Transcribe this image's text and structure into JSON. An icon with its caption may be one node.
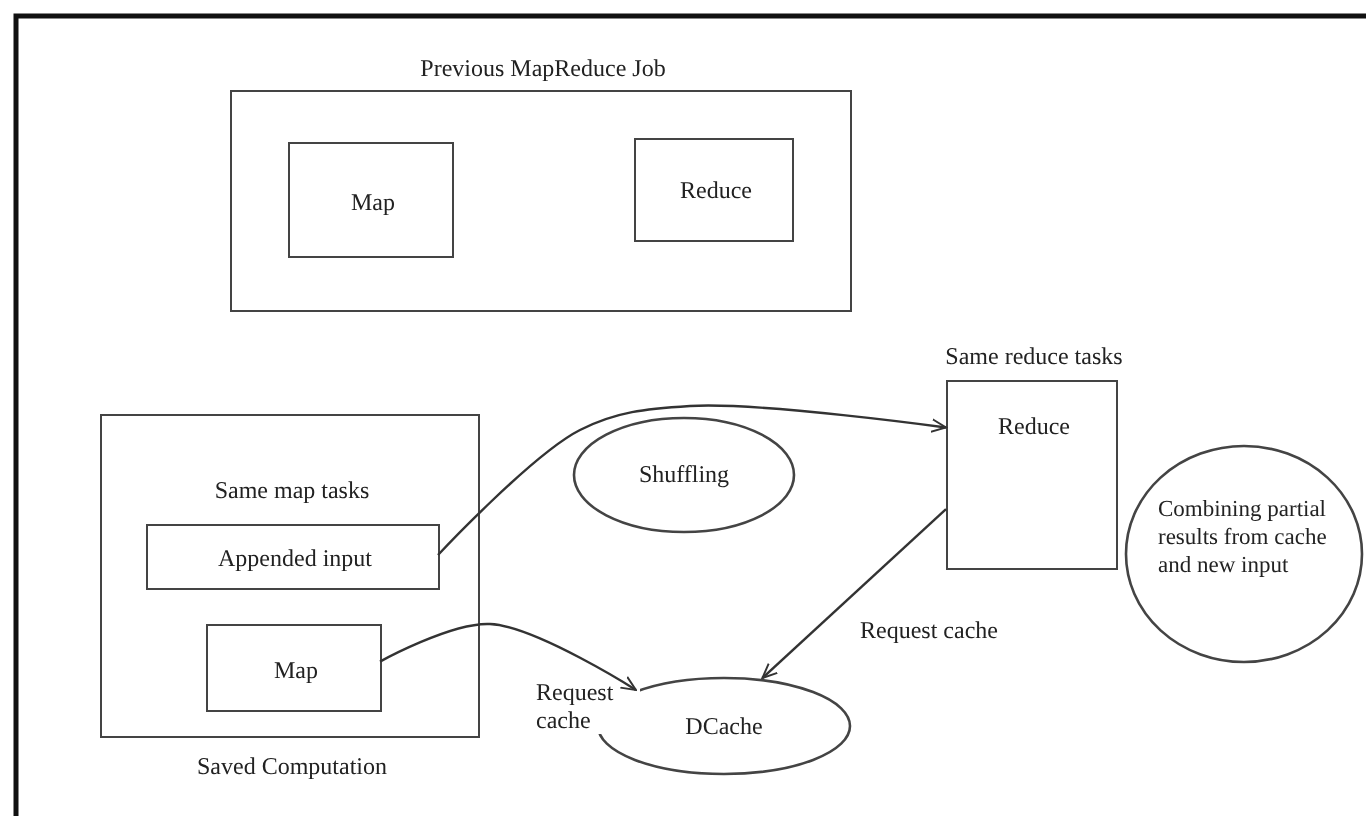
{
  "diagram": {
    "nodes": [
      {
        "text": [
          "Previous MapReduce Job"
        ]
      },
      {
        "text": [
          "Map"
        ],
        "in": 0
      },
      {
        "text": [
          "Reduce"
        ],
        "in": 0
      },
      {
        "text": [
          "Same map tasks",
          "Saved Computation"
        ]
      },
      {
        "text": [
          "Appended input"
        ],
        "in": 3
      },
      {
        "text": [
          "Map"
        ],
        "in": 3
      },
      {
        "text": [
          "Shuffling"
        ]
      },
      {
        "text": [
          "Same reduce tasks",
          "Reduce"
        ]
      },
      {
        "text": [
          "Combining partial results from cache and new input"
        ]
      },
      {
        "text": [
          "DCache"
        ]
      }
    ],
    "edges": [
      {
        "from": 4,
        "to": 7,
        "arrow": "to"
      },
      {
        "from": 5,
        "to": 9,
        "arrow": "to",
        "label": "Request cache"
      },
      {
        "from": 7,
        "to": 9,
        "arrow": "to",
        "label": "Request cache"
      }
    ]
  }
}
